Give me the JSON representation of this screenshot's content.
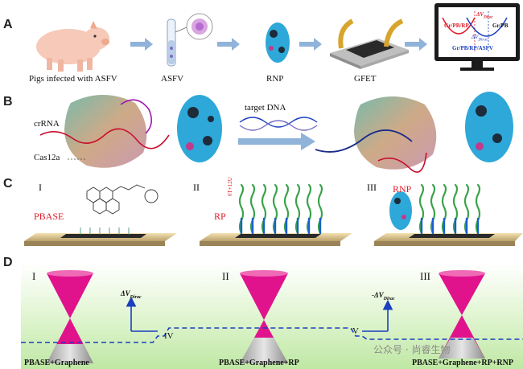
{
  "panels": {
    "A": {
      "letter": "A",
      "steps": [
        "Pigs infected with ASFV",
        "ASFV",
        "RNP",
        "GFET"
      ],
      "monitor": {
        "delta": "ΔV",
        "delta_sub": "Dirac",
        "gr_pb_rp": "Gr/PB/RP",
        "gr_pb": "Gr/PB",
        "delta2": "ΔV",
        "delta2_sub": "Dirac",
        "gr_pb_rp_asfv": "Gr/PB/RP/ASFV"
      }
    },
    "B": {
      "letter": "B",
      "crRNA": "crRNA",
      "cas12a": "Cas12a",
      "target": "target DNA"
    },
    "C": {
      "letter": "C",
      "I": "I",
      "II": "II",
      "III": "III",
      "pbase": "PBASE",
      "rp": "RP",
      "rp_seq": "6T+12U",
      "rnp": "RNP"
    },
    "D": {
      "letter": "D",
      "I": "I",
      "II": "II",
      "III": "III",
      "IV": "IV",
      "V": "V",
      "dv1": "ΔV",
      "dv1_sub": "Dirac",
      "dv2": "-ΔV",
      "dv2_sub": "Dirac",
      "label1": "PBASE+Graphene",
      "label2": "PBASE+Graphene+RP",
      "label3": "PBASE+Graphene+RP+RNP"
    }
  },
  "watermark": "公众号 · 尚睿生物",
  "colors": {
    "arrow_blue": "#8fb3d9",
    "magenta": "#e0138c",
    "dash_blue": "#1a3fbf",
    "red_label": "#e01d2a",
    "green_strand": "#3aa34a"
  }
}
